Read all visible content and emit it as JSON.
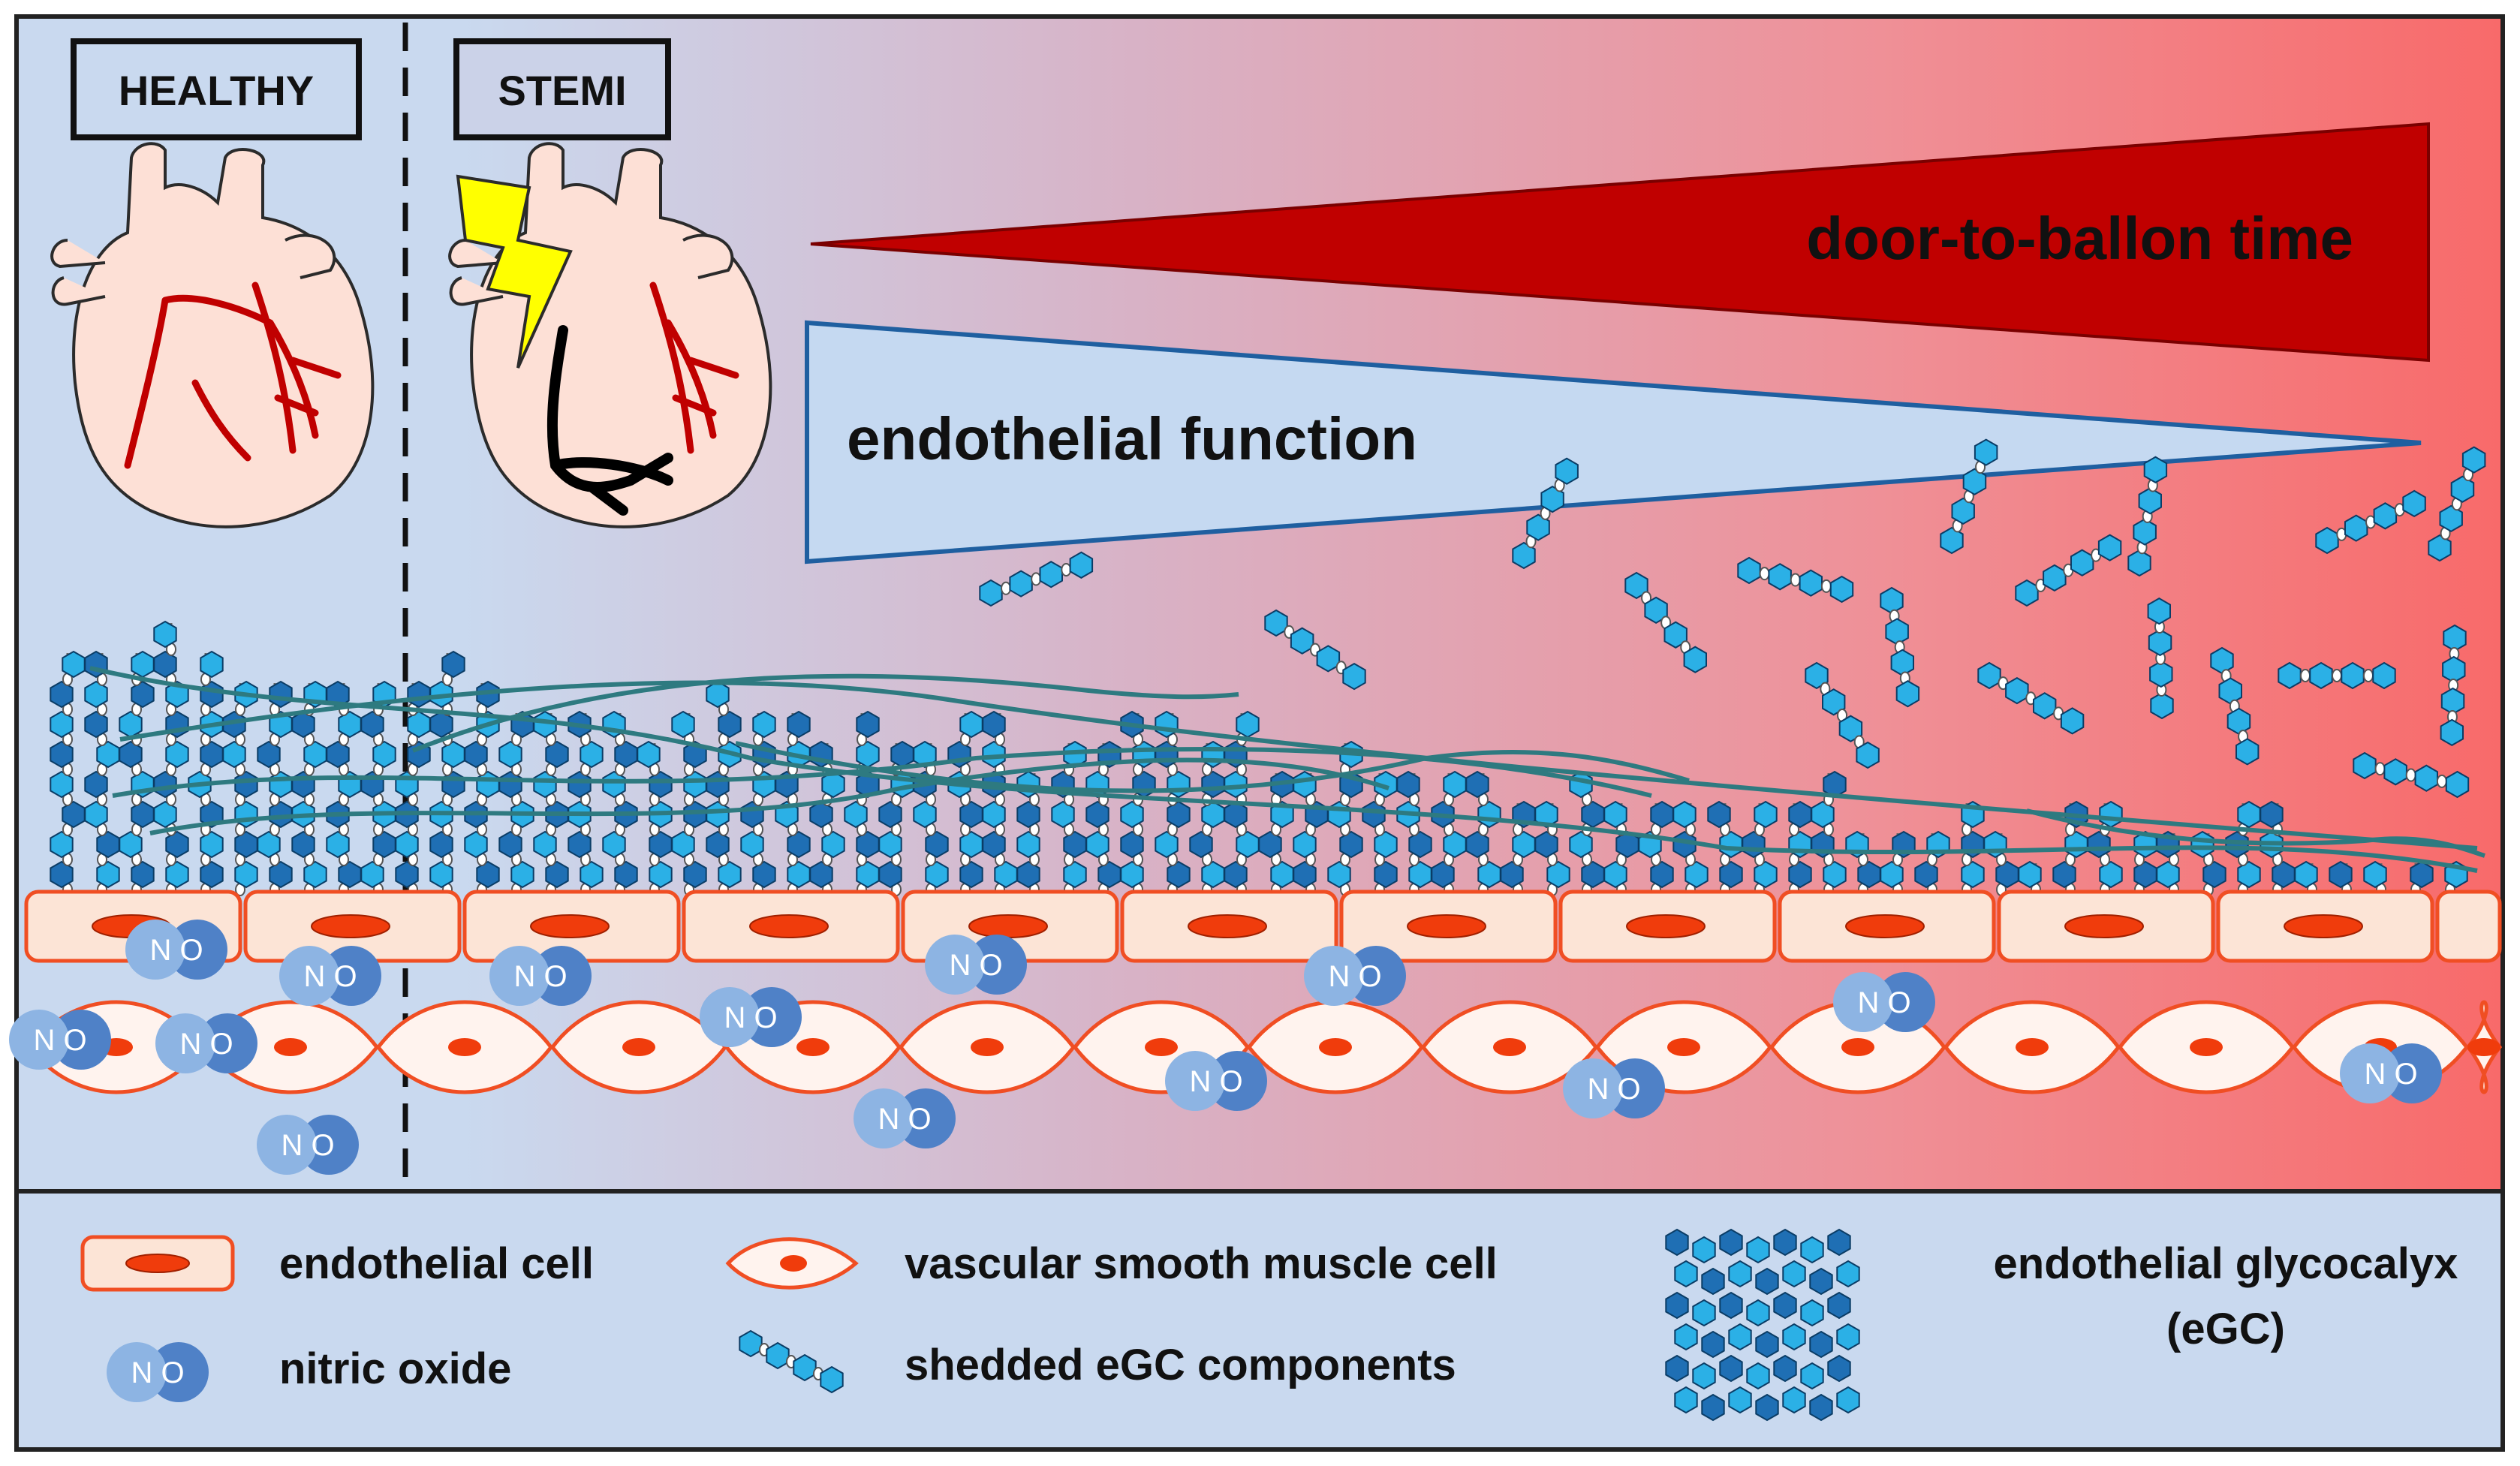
{
  "panels": {
    "healthy_label": "HEALTHY",
    "stemi_label": "STEMI"
  },
  "gradients": {
    "door_to_balloon": "door-to-ballon time",
    "endothelial_function": "endothelial function"
  },
  "molecule_label": "NO",
  "legend": {
    "endothelial_cell": "endothelial cell",
    "nitric_oxide": "nitric oxide",
    "vsmc": "vascular smooth muscle cell",
    "shedded_egc": "shedded eGC components",
    "glycocalyx_line1": "endothelial glycocalyx",
    "glycocalyx_line2": "(eGC)"
  },
  "colors": {
    "healthy_background": "#c9d9ef",
    "stemi_background": "#f86a6a",
    "door_to_balloon_fill": "#c00000",
    "endothelial_function_fill": "#c5d9f1",
    "cell_fill": "#fce4d6",
    "cell_border": "#f04e23",
    "nucleus": "#f03c0c",
    "no_dark": "#4f81c7",
    "no_light": "#8db4e3",
    "egc_dark": "#1f6fb4",
    "egc_light": "#2bb0e6",
    "lightning": "#ffff00",
    "artery_healthy": "#c00000",
    "artery_occluded": "#000000"
  },
  "icons": {
    "heart": "heart-icon",
    "lightning": "lightning-bolt-icon",
    "glycocalyx": "glycocalyx-icon"
  }
}
